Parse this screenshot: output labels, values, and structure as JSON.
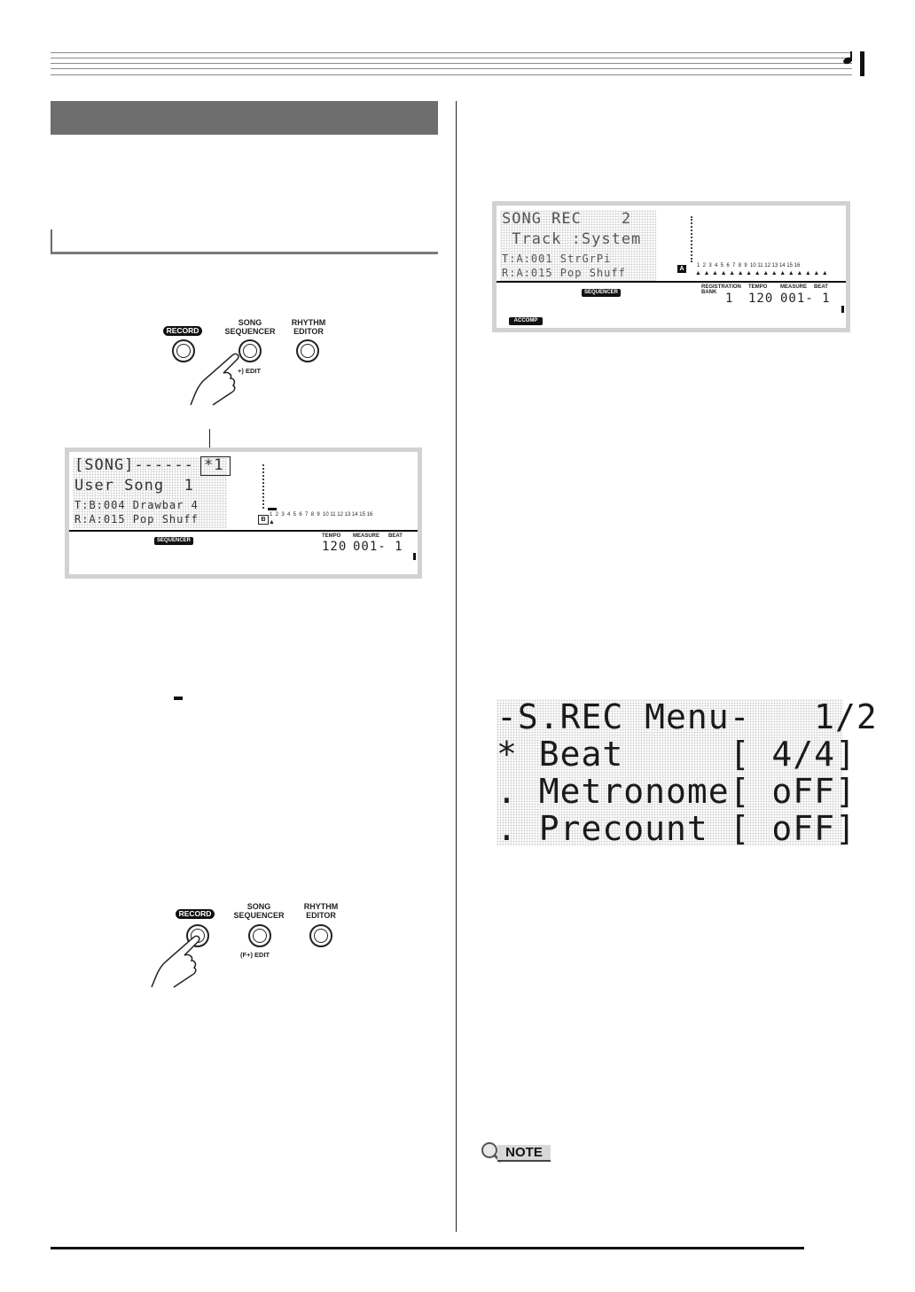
{
  "panel_top": {
    "record_label": "RECORD",
    "song_sequencer_label": "SONG\nSEQUENCER",
    "rhythm_editor_label": "RHYTHM\nEDITOR",
    "edit_label": "+) EDIT"
  },
  "screen_song": {
    "row1": "[SONG]------ *1",
    "row2": "User Song  1",
    "row3": "T:B:004 Drawbar 4",
    "row4": "R:A:015 Pop Shuff",
    "track_tag": "B",
    "track_numbers": "1  2  3  4  5  6  7  8  9  10 11 12 13 14 15 16",
    "sequencer": "SEQUENCER",
    "tempo_label": "TEMPO",
    "measure_label": "MEASURE",
    "beat_label": "BEAT",
    "tempo": "120",
    "measure_beat": "001- 1"
  },
  "panel_bottom": {
    "record_label": "RECORD",
    "song_sequencer_label": "SONG\nSEQUENCER",
    "rhythm_editor_label": "RHYTHM\nEDITOR",
    "edit_label": "(F+) EDIT"
  },
  "screen_rec": {
    "row1": "SONG REC    2",
    "row2": " Track :System",
    "row3": "T:A:001 StrGrPi",
    "row4": "R:A:015 Pop Shuff",
    "track_tag": "A",
    "track_numbers": "1  2  3  4  5  6  7  8  9  10 11 12 13 14 15 16",
    "sequencer": "SEQUENCER",
    "accomp": "ACCOMP",
    "registration_label": "REGISTRATION\nBANK",
    "tempo_label": "TEMPO",
    "measure_label": "MEASURE",
    "beat_label": "BEAT",
    "bank": "1",
    "tempo": "120",
    "measure_beat": "001- 1"
  },
  "menu": {
    "line1": "-S.REC Menu-   1/2",
    "line2": "* Beat     [ 4/4]",
    "line3": ". Metronome[ oFF]",
    "line4": ". Precount [ oFF]"
  },
  "note_label": "NOTE"
}
